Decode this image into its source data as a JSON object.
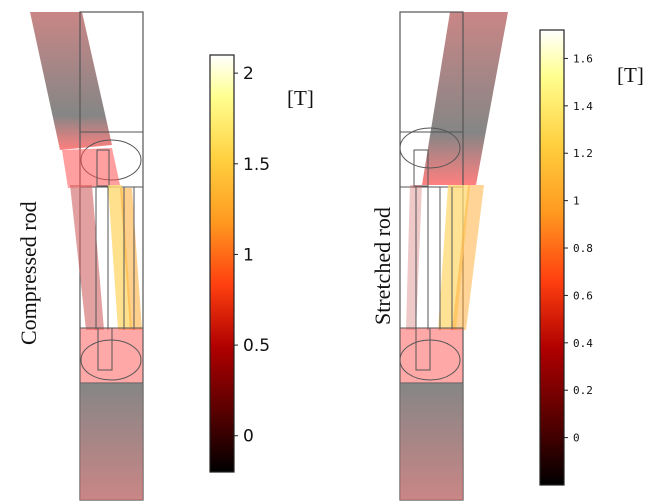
{
  "panels": {
    "left": {
      "rod_label": "Compressed rod",
      "unit": "[T]",
      "colorbar": {
        "min": -0.2,
        "max": 2.1,
        "ticks": [
          "2",
          "1.5",
          "1",
          "0.5",
          "0"
        ],
        "tick_values": [
          2,
          1.5,
          1,
          0.5,
          0
        ]
      }
    },
    "right": {
      "rod_label": "Stretched rod",
      "unit": "[T]",
      "colorbar": {
        "min": -0.2,
        "max": 1.72,
        "ticks": [
          "1.6",
          "1.4",
          "1.2",
          "1",
          "0.8",
          "0.6",
          "0.4",
          "0.2",
          "0"
        ],
        "tick_values": [
          1.6,
          1.4,
          1.2,
          1,
          0.8,
          0.6,
          0.4,
          0.2,
          0
        ]
      }
    }
  },
  "colors": {
    "colormap": [
      "#000000",
      "#5a0000",
      "#c01010",
      "#ff5a10",
      "#ffb020",
      "#ffe060",
      "#ffffd0",
      "#ffffff"
    ],
    "rod_fill": "#b06060",
    "outline": "#666666"
  }
}
